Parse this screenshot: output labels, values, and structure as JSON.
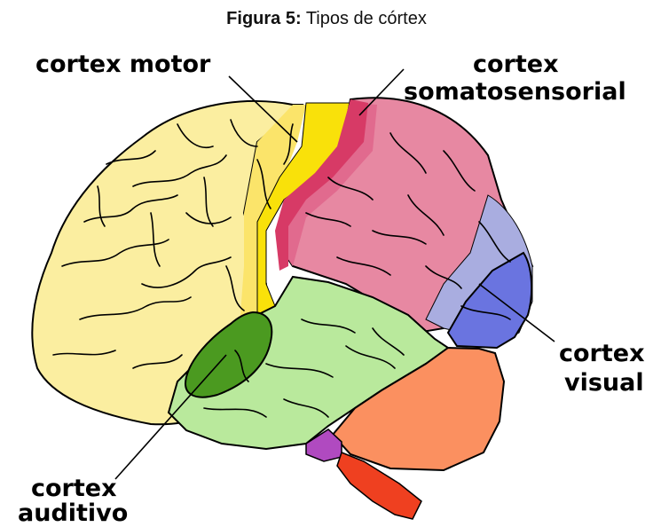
{
  "caption": {
    "prefix": "Figura 5:",
    "text": "Tipos de córtex"
  },
  "labels": {
    "motor": "cortex motor",
    "somato_line1": "cortex",
    "somato_line2": "somatosensorial",
    "visual_line1": "cortex",
    "visual_line2": "visual",
    "auditory_line1": "cortex",
    "auditory_line2": "auditivo"
  },
  "colors": {
    "frontal": "#fbeea0",
    "motor_light": "#fbe46a",
    "motor": "#f9e10a",
    "somato": "#d73a66",
    "somato_light": "#e16a8e",
    "parietal": "#e788a2",
    "occipital_light": "#a9ade0",
    "visual": "#6a74e0",
    "temporal": "#b9e99c",
    "auditory": "#4b9a20",
    "cerebellum": "#fb9060",
    "brainstem": "#ef4020",
    "pons": "#b04ac0"
  }
}
